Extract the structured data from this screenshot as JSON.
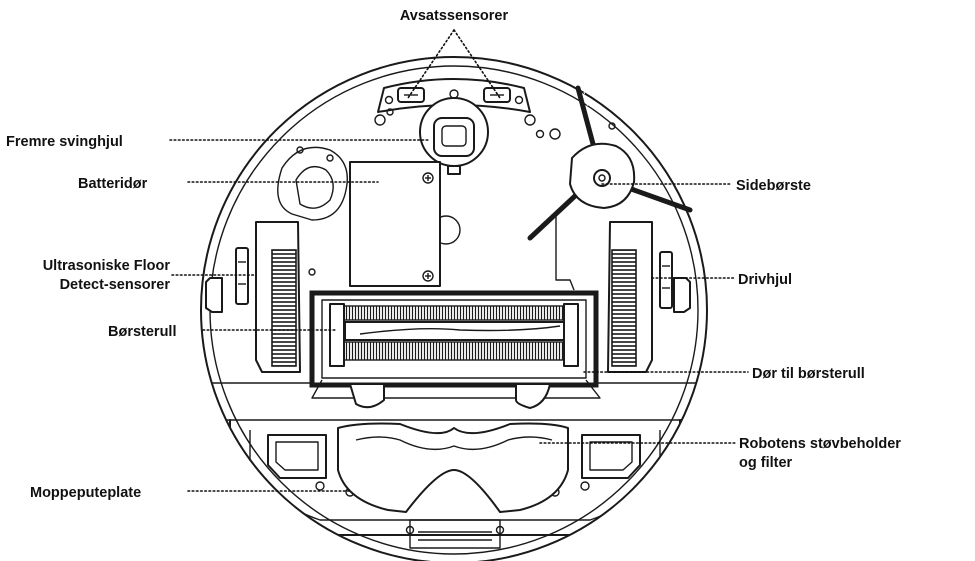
{
  "labels": {
    "cliff_sensors": "Avsatssensorer",
    "front_caster": "Fremre svinghjul",
    "battery_door": "Batteridør",
    "floor_detect_line1": "Ultrasoniske Floor",
    "floor_detect_line2": "Detect-sensorer",
    "brushroll": "Børsterull",
    "mop_pad_plate": "Moppeputeplate",
    "side_brush": "Sidebørste",
    "drive_wheels": "Drivhjul",
    "brushroll_door": "Dør til børsterull",
    "dust_bin_line1": "Robotens støvbeholder",
    "dust_bin_line2": "og filter"
  },
  "icons": {
    "battery_screw": "plus-screw-icon",
    "caster": "caster-wheel-icon"
  },
  "colors": {
    "line": "#1a1a1a",
    "text": "#111111",
    "background": "#ffffff"
  }
}
